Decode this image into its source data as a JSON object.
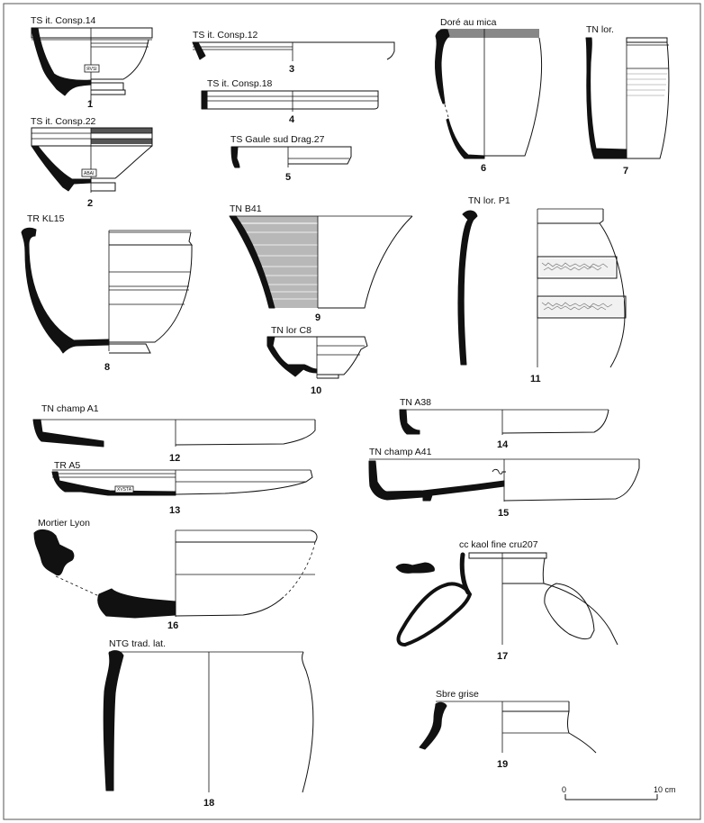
{
  "plate": {
    "vessels": [
      {
        "no": "1",
        "label": "TS it. Consp.14"
      },
      {
        "no": "2",
        "label": "TS it. Consp.22"
      },
      {
        "no": "3",
        "label": "TS it. Consp.12"
      },
      {
        "no": "4",
        "label": "TS it. Consp.18"
      },
      {
        "no": "5",
        "label": "TS Gaule sud Drag.27"
      },
      {
        "no": "6",
        "label": "Doré au mica"
      },
      {
        "no": "7",
        "label": "TN lor."
      },
      {
        "no": "8",
        "label": "TR KL15"
      },
      {
        "no": "9",
        "label": "TN  B41"
      },
      {
        "no": "10",
        "label": "TN lor C8"
      },
      {
        "no": "11",
        "label": "TN lor. P1"
      },
      {
        "no": "12",
        "label": "TN champ A1"
      },
      {
        "no": "13",
        "label": "TR A5"
      },
      {
        "no": "14",
        "label": "TN A38"
      },
      {
        "no": "15",
        "label": "TN champ A41"
      },
      {
        "no": "16",
        "label": "Mortier Lyon"
      },
      {
        "no": "17",
        "label": "cc kaol fine cru207"
      },
      {
        "no": "18",
        "label": "NTG trad. lat."
      },
      {
        "no": "19",
        "label": "Sbre grise"
      }
    ],
    "stamps": [
      "ЯVSI",
      "ABAI",
      "XVSTA"
    ],
    "scale": {
      "start": "0",
      "end": "10 cm"
    }
  }
}
